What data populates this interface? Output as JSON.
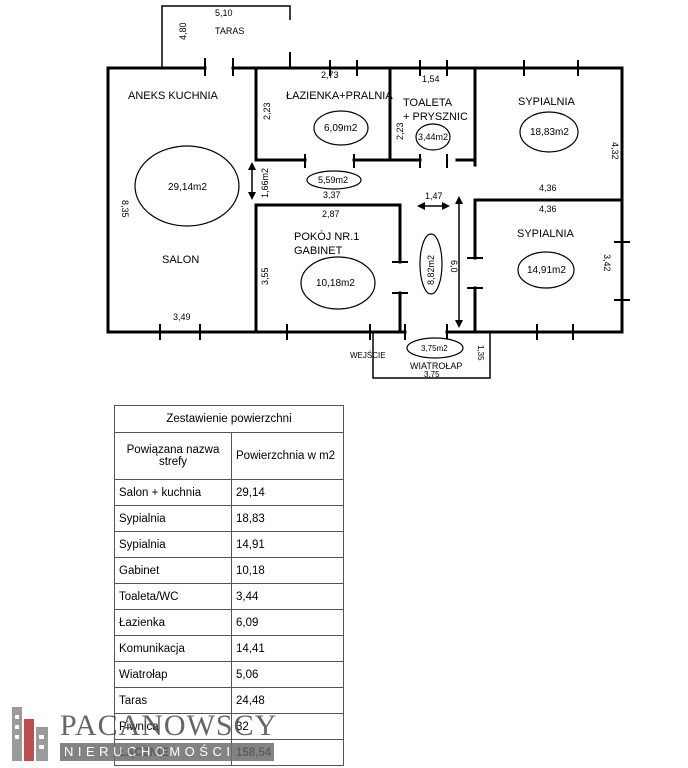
{
  "plan": {
    "rooms": {
      "taras": "TARAS",
      "aneks": "ANEKS KUCHNIA",
      "salon": "SALON",
      "lazienka": "ŁAZIENKA+PRALNIA",
      "toaleta_1": "TOALETA",
      "toaleta_2": "+ PRYSZNIC",
      "sypialnia_1": "SYPIALNIA",
      "sypialnia_2": "SYPIALNIA",
      "pokoj_1": "POKÓJ NR.1",
      "pokoj_2": "GABINET",
      "wejscie": "WEJŚCIE",
      "wiatrolap": "WIATROŁAP"
    },
    "areas": {
      "salon": "29,14m2",
      "lazienka": "6,09m2",
      "toaleta": "3,44m2",
      "sypialnia_1": "18,83m2",
      "korytarz": "5,59m2",
      "gabinet": "10,18m2",
      "hall": "8,82m2",
      "sypialnia_2": "14,91m2",
      "wiatrolap": "3,75m2"
    },
    "dims": {
      "taras_w": "5,10",
      "taras_h": "4,80",
      "laz_w": "2,73",
      "laz_h": "2,23",
      "toal_w": "1,54",
      "toal_h": "2,23",
      "syp1_h": "4,32",
      "salon_h": "8,35",
      "cor_h": "1,66m2",
      "cor_w": "3,37",
      "gab_w": "2,87",
      "gab_h": "3,55",
      "salon_w": "3,49",
      "hall_w": "1,47",
      "hall_h": "6,0",
      "syp2_w1": "4,36",
      "syp2_w2": "4,36",
      "syp2_h": "3,42",
      "wia_h": "1,35",
      "wia_w": "3,75"
    }
  },
  "summary": {
    "caption": "Zestawienie powierzchni",
    "headers": [
      "Powiązana nazwa strefy",
      "Powierzchnia w m2"
    ],
    "rows": [
      {
        "name": "Salon + kuchnia",
        "value": "29,14"
      },
      {
        "name": "Sypialnia",
        "value": "18,83"
      },
      {
        "name": "Sypialnia",
        "value": "14,91"
      },
      {
        "name": "Gabinet",
        "value": "10,18"
      },
      {
        "name": "Toaleta/WC",
        "value": "3,44"
      },
      {
        "name": "Łazienka",
        "value": "6,09"
      },
      {
        "name": "Komunikacja",
        "value": "14,41"
      },
      {
        "name": "Wiatrołap",
        "value": "5,06"
      },
      {
        "name": "Taras",
        "value": "24,48"
      },
      {
        "name": "Piwnica",
        "value": "32"
      },
      {
        "name": "ŁĄCZNIE",
        "value": "158,54"
      }
    ]
  },
  "logo": {
    "title": "PACANOWSCY",
    "subtitle": "NIERUCHOMOŚCI"
  }
}
